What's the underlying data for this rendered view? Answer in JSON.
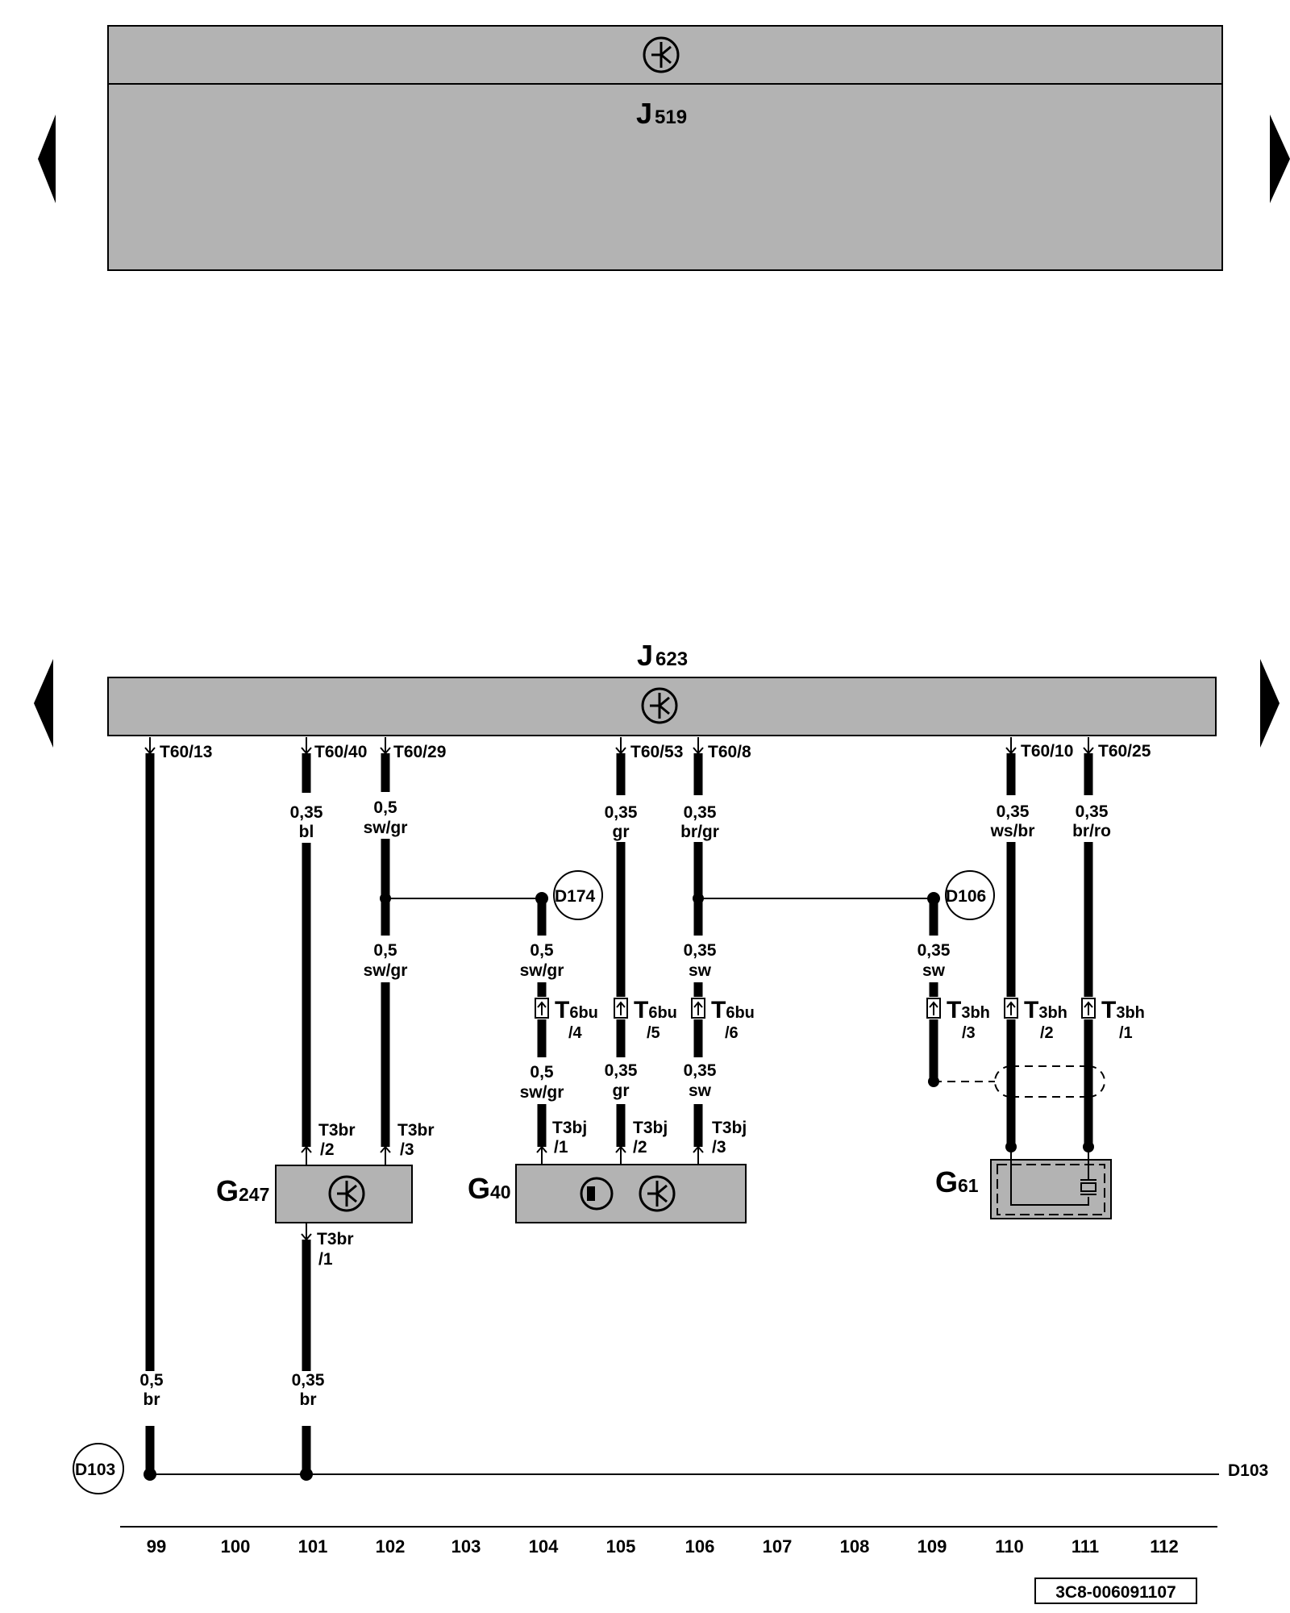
{
  "modules": {
    "j519": {
      "letter": "J",
      "number": "519"
    },
    "j623": {
      "letter": "J",
      "number": "623"
    }
  },
  "components": {
    "g247": {
      "letter": "G",
      "number": "247"
    },
    "g40": {
      "letter": "G",
      "number": "40"
    },
    "g61": {
      "letter": "G",
      "number": "61"
    }
  },
  "pins": {
    "t60_13": "T60/13",
    "t60_40": "T60/40",
    "t60_29": "T60/29",
    "t60_53": "T60/53",
    "t60_8": "T60/8",
    "t60_10": "T60/10",
    "t60_25": "T60/25"
  },
  "wires": {
    "w99": {
      "gauge": "0,5",
      "color": "br"
    },
    "w101": {
      "gauge": "0,35",
      "color": "bl"
    },
    "w101b": {
      "gauge": "0,35",
      "color": "br"
    },
    "w102": {
      "gauge": "0,5",
      "color": "sw/gr"
    },
    "w102b": {
      "gauge": "0,5",
      "color": "sw/gr"
    },
    "w104": {
      "gauge": "0,5",
      "color": "sw/gr"
    },
    "w104b": {
      "gauge": "0,5",
      "color": "sw/gr"
    },
    "w105": {
      "gauge": "0,35",
      "color": "gr"
    },
    "w105b": {
      "gauge": "0,35",
      "color": "gr"
    },
    "w106": {
      "gauge": "0,35",
      "color": "br/gr"
    },
    "w106b": {
      "gauge": "0,35",
      "color": "sw"
    },
    "w106c": {
      "gauge": "0,35",
      "color": "sw"
    },
    "w109": {
      "gauge": "0,35",
      "color": "sw"
    },
    "w110": {
      "gauge": "0,35",
      "color": "ws/br"
    },
    "w111": {
      "gauge": "0,35",
      "color": "br/ro"
    }
  },
  "connectors": {
    "t6bu": {
      "big": "T",
      "small": "6bu",
      "pins": [
        "/4",
        "/5",
        "/6"
      ]
    },
    "t3bh": {
      "big": "T",
      "small": "3bh",
      "pins": [
        "/3",
        "/2",
        "/1"
      ]
    },
    "t3br": {
      "name": "T3br",
      "pins": [
        "/2",
        "/3",
        "/1"
      ]
    },
    "t3bj": {
      "name": "T3bj",
      "pins": [
        "/1",
        "/2",
        "/3"
      ]
    }
  },
  "nodes": {
    "d174": "D174",
    "d106": "D106",
    "d103": "D103",
    "d103_right": "D103"
  },
  "axis": [
    "99",
    "100",
    "101",
    "102",
    "103",
    "104",
    "105",
    "106",
    "107",
    "108",
    "109",
    "110",
    "111",
    "112"
  ],
  "diagram_id": "3C8-006091107",
  "colors": {
    "module_fill": "#b3b3b3",
    "wire": "#000000",
    "background": "#ffffff"
  }
}
